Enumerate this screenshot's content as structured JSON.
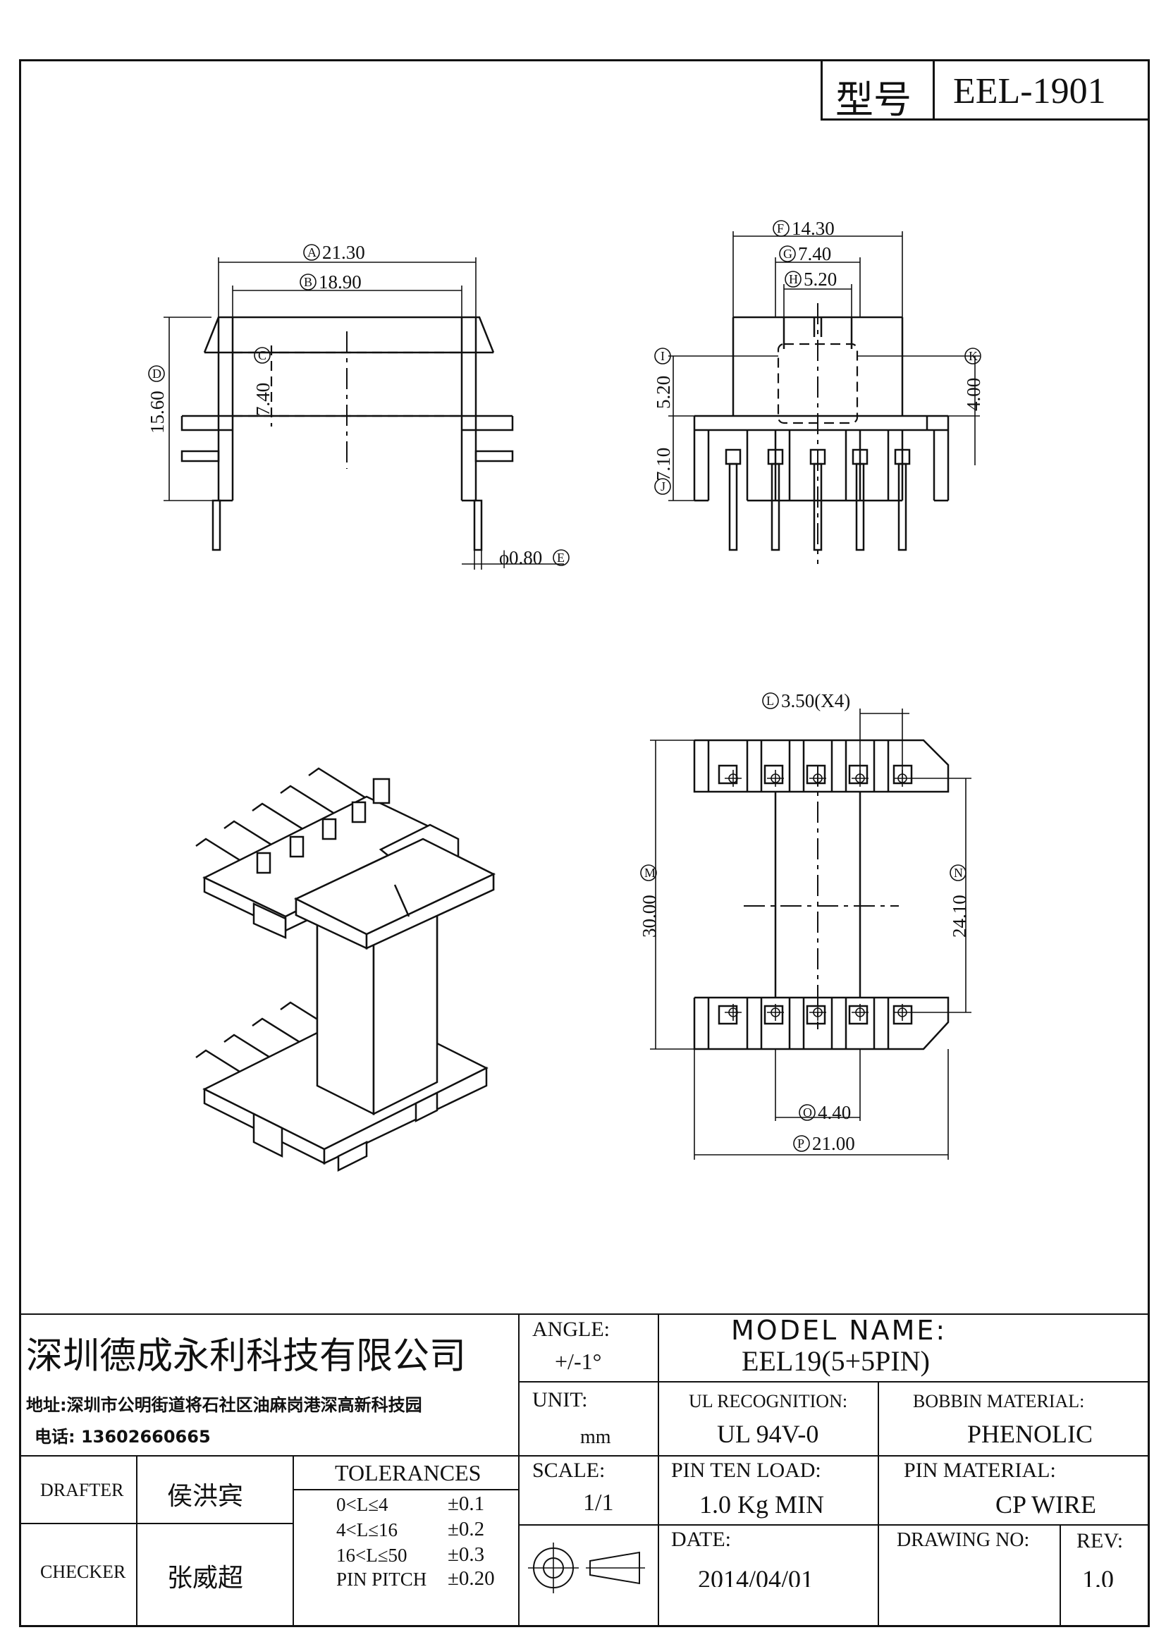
{
  "header": {
    "model_cn_label": "型号",
    "model_value": "EEL-1901"
  },
  "dims": {
    "A": "21.30",
    "B": "18.90",
    "C": "7.40",
    "D": "15.60",
    "E": "0.80",
    "E_prefix": "ϕ",
    "F": "14.30",
    "G": "7.40",
    "H": "5.20",
    "I": "5.20",
    "J": "7.10",
    "K": "4.00",
    "L": "3.50(X4)",
    "M": "30.00",
    "N": "24.10",
    "O": "4.40",
    "P": "21.00"
  },
  "dim_markers": {
    "A": "A",
    "B": "B",
    "C": "C",
    "D": "D",
    "E": "E",
    "F": "F",
    "G": "G",
    "H": "H",
    "I": "I",
    "J": "J",
    "K": "K",
    "L": "L",
    "M": "M",
    "N": "N",
    "O": "O",
    "P": "P"
  },
  "title_block": {
    "company": "深圳德成永利科技有限公司",
    "address": "地址:深圳市公明街道将石社区油麻岗港深高新科技园",
    "phone": "电话: 13602660665",
    "angle_label": "ANGLE:",
    "angle_value": "+/-1°",
    "model_name_label": "MODEL NAME:",
    "model_name_value": "EEL19(5+5PIN)",
    "unit_label": "UNIT:",
    "unit_value": "mm",
    "ul_label": "UL RECOGNITION:",
    "ul_value": "UL 94V-0",
    "bobbin_label": "BOBBIN MATERIAL:",
    "bobbin_value": "PHENOLIC",
    "drafter_label": "DRAFTER",
    "drafter_name": "侯洪宾",
    "checker_label": "CHECKER",
    "checker_name": "张威超",
    "tolerances_label": "TOLERANCES",
    "tolerances": [
      {
        "range": "0<L≤4",
        "value": "±0.1"
      },
      {
        "range": "4<L≤16",
        "value": "±0.2"
      },
      {
        "range": "16<L≤50",
        "value": "±0.3"
      },
      {
        "range": "PIN PITCH",
        "value": "±0.20"
      }
    ],
    "scale_label": "SCALE:",
    "scale_value": "1/1",
    "pin_ten_label": "PIN TEN LOAD:",
    "pin_ten_value": "1.0 Kg MIN",
    "pin_material_label": "PIN MATERIAL:",
    "pin_material_value": "CP WIRE",
    "date_label": "DATE:",
    "date_value": "2014/04/01",
    "drawing_no_label": "DRAWING NO:",
    "rev_label": "REV:",
    "rev_value": "1.0"
  }
}
